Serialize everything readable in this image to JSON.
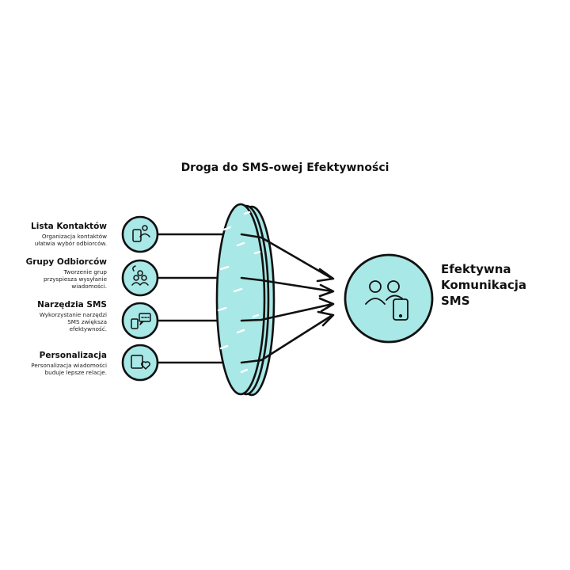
{
  "title": "Droga do SMS-owej Efektywności",
  "colors": {
    "fill": "#a8e8e6",
    "stroke": "#111111",
    "background": "#ffffff"
  },
  "items": [
    {
      "title": "Lista Kontaktów",
      "desc_lines": [
        "Organizacja kontaktów",
        "ułatwia wybór odbiorców."
      ],
      "icon": "contact-phone-icon"
    },
    {
      "title": "Grupy Odbiorców",
      "desc_lines": [
        "Tworzenie grup",
        "przyspiesza wysyłanie",
        "wiadomości."
      ],
      "icon": "group-users-icon"
    },
    {
      "title": "Narzędzia SMS",
      "desc_lines": [
        "Wykorzystanie narzędzi",
        "SMS zwiększa",
        "efektywność."
      ],
      "icon": "sms-tools-icon"
    },
    {
      "title": "Personalizacja",
      "desc_lines": [
        "Personalizacja wiadomości",
        "buduje lepsze relacje."
      ],
      "icon": "heart-message-icon"
    }
  ],
  "result": {
    "lines": [
      "Efektywna",
      "Komunikacja",
      "SMS"
    ],
    "icon": "users-phone-icon"
  }
}
